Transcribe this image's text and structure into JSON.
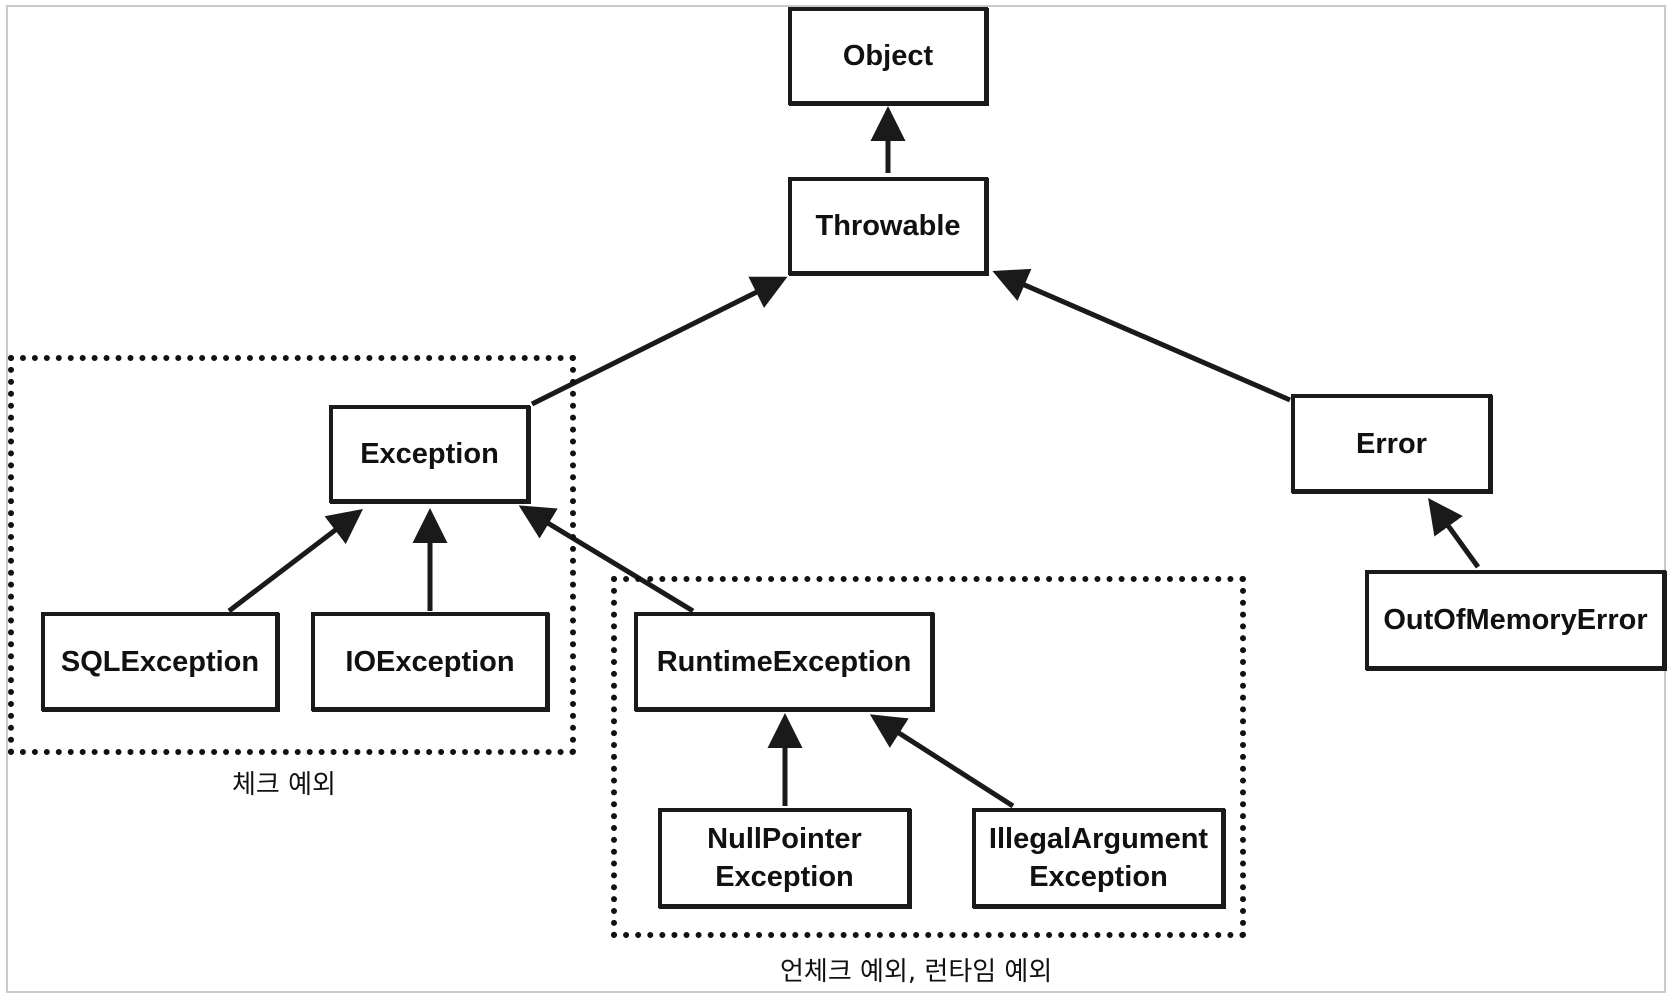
{
  "diagram": {
    "nodes": {
      "object": "Object",
      "throwable": "Throwable",
      "exception": "Exception",
      "error": "Error",
      "sql_exception": "SQLException",
      "io_exception": "IOException",
      "runtime_exception": "RuntimeException",
      "out_of_memory_error": "OutOfMemoryError",
      "null_pointer_exception": "NullPointer\nException",
      "illegal_argument_exception": "IllegalArgument\nException"
    },
    "groups": {
      "checked": "체크 예외",
      "unchecked": "언체크 예외, 런타임 예외"
    },
    "colors": {
      "stroke": "#1a1a1a",
      "frame": "#c9c9c9",
      "background": "#ffffff"
    }
  }
}
